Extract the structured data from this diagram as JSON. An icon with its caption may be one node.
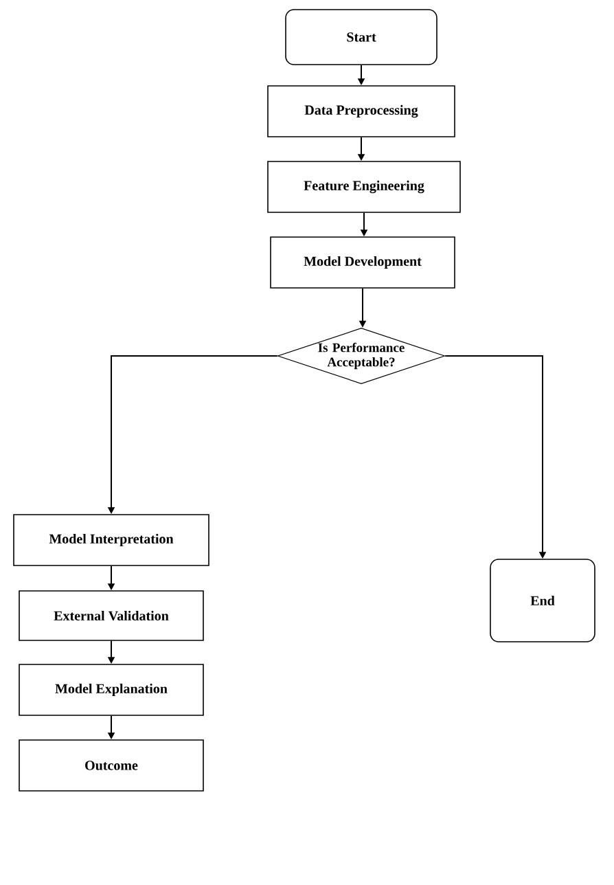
{
  "diagram": {
    "nodes": [
      {
        "text": [
          "Start"
        ]
      },
      {
        "text": [
          "Data Preprocessing"
        ]
      },
      {
        "text": [
          "Feature Engineering"
        ]
      },
      {
        "text": [
          "Model Development"
        ]
      },
      {
        "text": [
          "Is Performance Acceptable?"
        ]
      },
      {
        "text": [
          "Model Interpretation"
        ]
      },
      {
        "text": [
          "End"
        ]
      },
      {
        "text": [
          "External Validation"
        ]
      },
      {
        "text": [
          "Model Explanation"
        ]
      },
      {
        "text": [
          "Outcome"
        ]
      }
    ],
    "edges": [
      {
        "from": 0,
        "to": 1,
        "arrow": "to"
      },
      {
        "from": 1,
        "to": 2,
        "arrow": "to"
      },
      {
        "from": 2,
        "to": 3,
        "arrow": "to"
      },
      {
        "from": 3,
        "to": 4,
        "arrow": "to"
      },
      {
        "from": 4,
        "to": 5,
        "arrow": "to"
      },
      {
        "from": 4,
        "to": 6,
        "arrow": "to"
      },
      {
        "from": 5,
        "to": 7,
        "arrow": "to"
      },
      {
        "from": 7,
        "to": 8,
        "arrow": "to"
      },
      {
        "from": 8,
        "to": 9,
        "arrow": "to"
      }
    ]
  }
}
